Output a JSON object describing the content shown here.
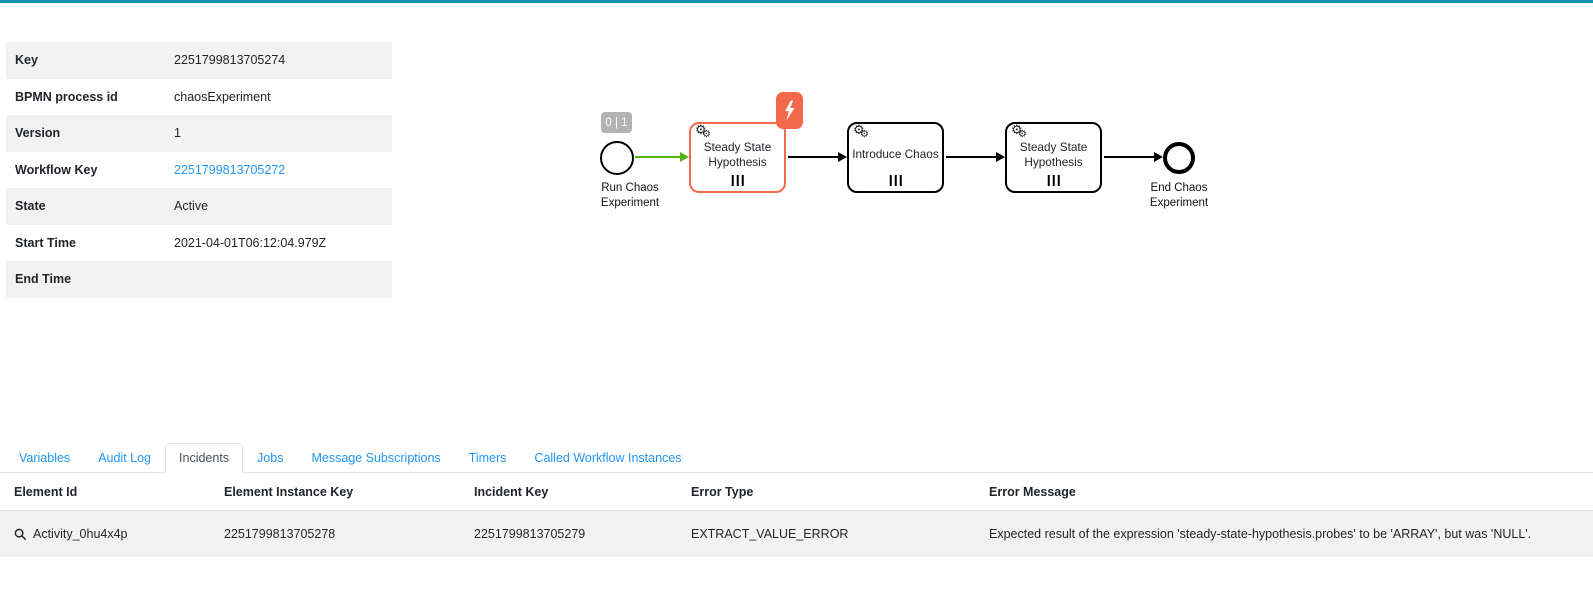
{
  "colors": {
    "top_bar": "#1791b4",
    "incident": "#f4694c",
    "active_path": "#52b415",
    "link": "#2196f3",
    "stripe": "#f2f2f2"
  },
  "details": {
    "rows": [
      {
        "label": "Key",
        "value": "2251799813705274"
      },
      {
        "label": "BPMN process id",
        "value": "chaosExperiment"
      },
      {
        "label": "Version",
        "value": "1"
      },
      {
        "label": "Workflow Key",
        "value": "2251799813705272"
      },
      {
        "label": "State",
        "value": "Active"
      },
      {
        "label": "Start Time",
        "value": "2021-04-01T06:12:04.979Z"
      },
      {
        "label": "End Time",
        "value": ""
      }
    ]
  },
  "diagram": {
    "counter_badge": "0 | 1",
    "start_event_label": "Run Chaos Experiment",
    "end_event_label": "End Chaos Experiment",
    "tasks": [
      {
        "label": "Steady State Hypothesis",
        "state": "incident",
        "marker": "parallel-multi-instance"
      },
      {
        "label": "Introduce Chaos",
        "state": "default",
        "marker": "parallel-multi-instance"
      },
      {
        "label": "Steady State Hypothesis",
        "state": "default",
        "marker": "parallel-multi-instance"
      }
    ],
    "icons": {
      "task_icon": "service-task-gears",
      "incident_icon": "lightning-bolt"
    }
  },
  "tabs": [
    {
      "label": "Variables",
      "active": false
    },
    {
      "label": "Audit Log",
      "active": false
    },
    {
      "label": "Incidents",
      "active": true
    },
    {
      "label": "Jobs",
      "active": false
    },
    {
      "label": "Message Subscriptions",
      "active": false
    },
    {
      "label": "Timers",
      "active": false
    },
    {
      "label": "Called Workflow Instances",
      "active": false
    }
  ],
  "incidents_table": {
    "headers": [
      "Element Id",
      "Element Instance Key",
      "Incident Key",
      "Error Type",
      "Error Message"
    ],
    "rows": [
      {
        "element_id": "Activity_0hu4x4p",
        "element_instance_key": "2251799813705278",
        "incident_key": "2251799813705279",
        "error_type": "EXTRACT_VALUE_ERROR",
        "error_message": "Expected result of the expression 'steady-state-hypothesis.probes' to be 'ARRAY', but was 'NULL'."
      }
    ]
  }
}
